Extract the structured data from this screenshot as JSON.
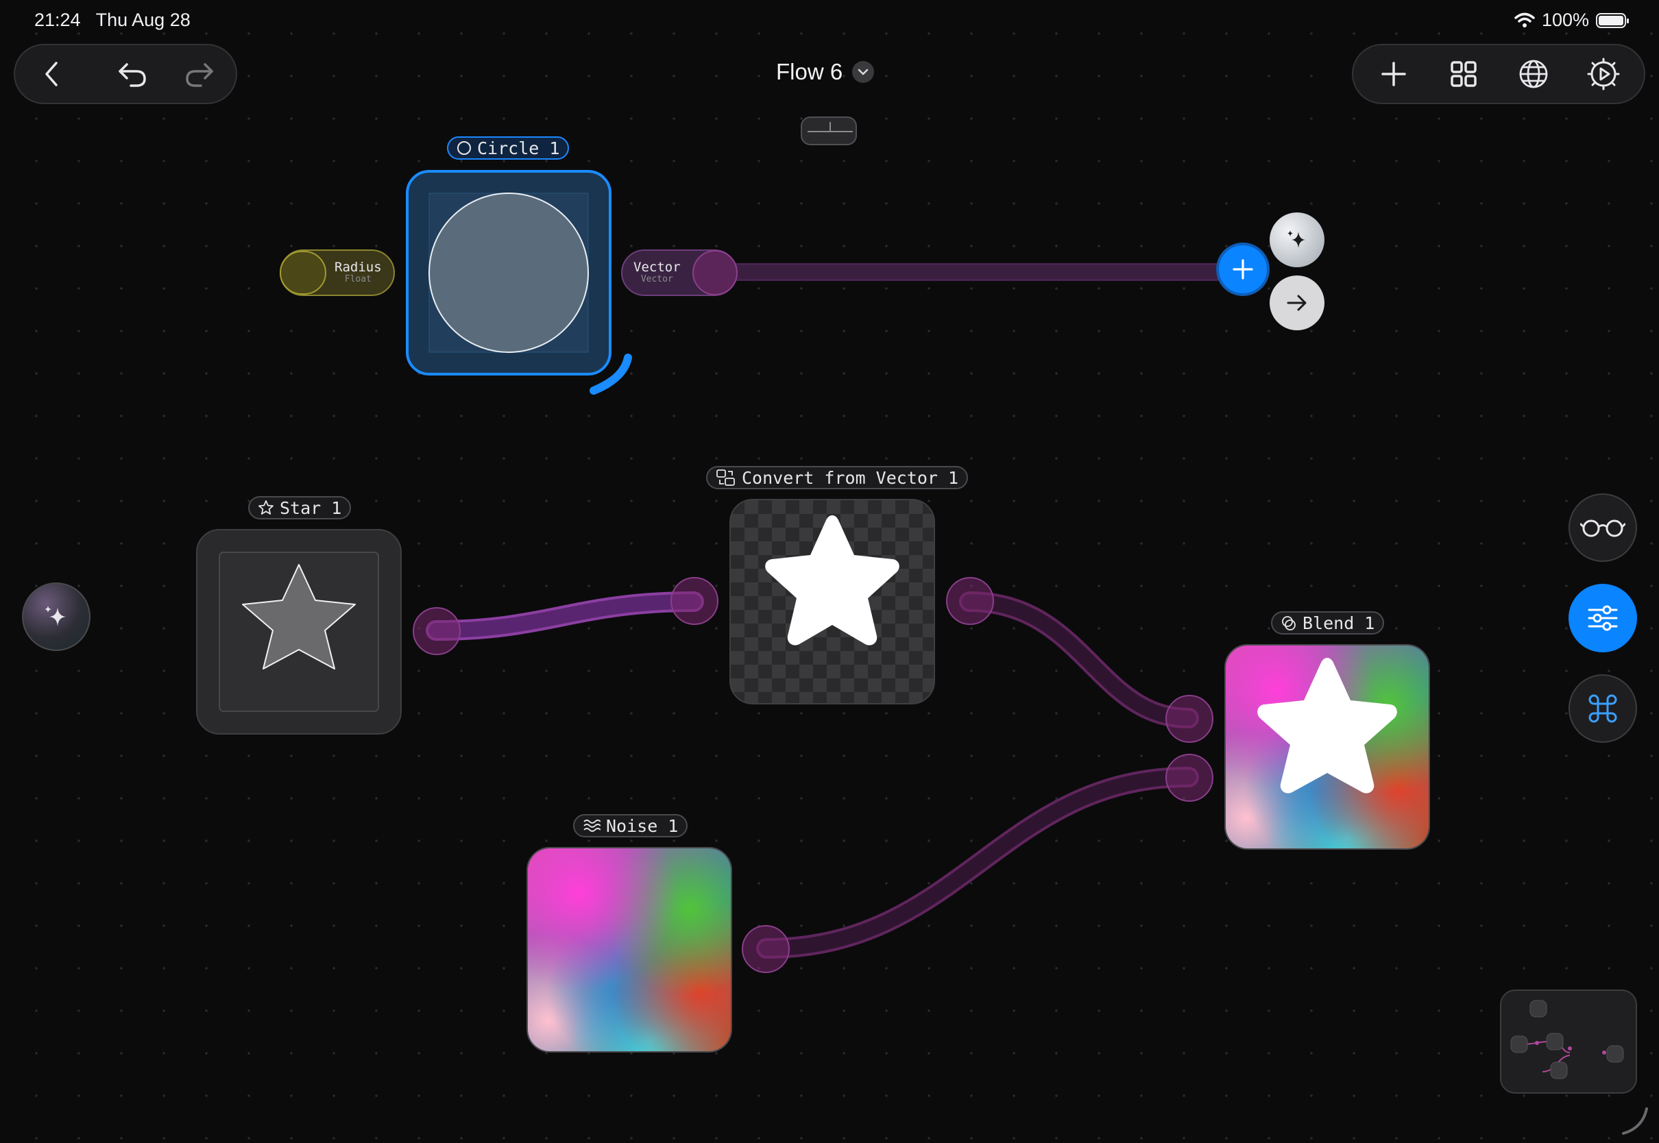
{
  "status": {
    "time": "21:24",
    "date": "Thu Aug 28",
    "battery": "100%",
    "wifi_icon": "wifi-icon",
    "battery_icon": "battery-icon"
  },
  "toolbar": {
    "back_icon": "chevron-left-icon",
    "undo_icon": "undo-icon",
    "redo_icon": "redo-icon",
    "title": "Flow 6",
    "title_menu_icon": "chevron-down-icon",
    "actions": [
      "plus-icon",
      "grid-icon",
      "globe-icon",
      "settings-gear-icon"
    ]
  },
  "nodes": {
    "circle": {
      "label": "Circle 1",
      "icon": "circle-icon",
      "selected": true
    },
    "star": {
      "label": "Star 1",
      "icon": "star-icon"
    },
    "convert": {
      "label": "Convert from Vector 1",
      "icon": "convert-icon"
    },
    "blend": {
      "label": "Blend 1",
      "icon": "blend-icon"
    },
    "noise": {
      "label": "Noise 1",
      "icon": "noise-icon"
    }
  },
  "ports": {
    "radius": {
      "name": "Radius",
      "type": "Float"
    },
    "vector": {
      "name": "Vector",
      "type": "Vector"
    }
  },
  "side_buttons": [
    "glasses-icon",
    "sliders-icon",
    "command-icon"
  ],
  "colors": {
    "accent": "#0a84ff",
    "connection": "#8a3e8a",
    "float_port": "#a39a2f",
    "background": "#0b0b0c"
  }
}
